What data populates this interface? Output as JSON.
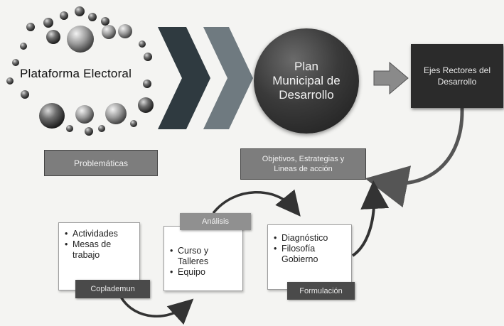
{
  "platform": {
    "label": "Plataforma Electoral"
  },
  "plan": {
    "label": "Plan\nMunicipal de\nDesarrollo"
  },
  "ejes": {
    "label": "Ejes Rectores del\nDesarrollo"
  },
  "problematicas": {
    "label": "Problemáticas"
  },
  "objetivos": {
    "label": "Objetivos, Estrategias y\nLineas de acción"
  },
  "cards": [
    {
      "items": [
        "Actividades",
        "Mesas de trabajo"
      ],
      "tag": "Coplademun"
    },
    {
      "items": [
        "Curso y Talleres",
        "Equipo"
      ],
      "tag": "Análisis"
    },
    {
      "items": [
        "Diagnóstico",
        "Filosofía Gobierno"
      ],
      "tag": "Formulación"
    }
  ],
  "colors": {
    "background": "#f4f4f2",
    "dark_box": "#2b2b2b",
    "gray_box": "#7d7d7d",
    "chevron_dark": "#2f3a40",
    "chevron_light": "#6f7a80"
  }
}
